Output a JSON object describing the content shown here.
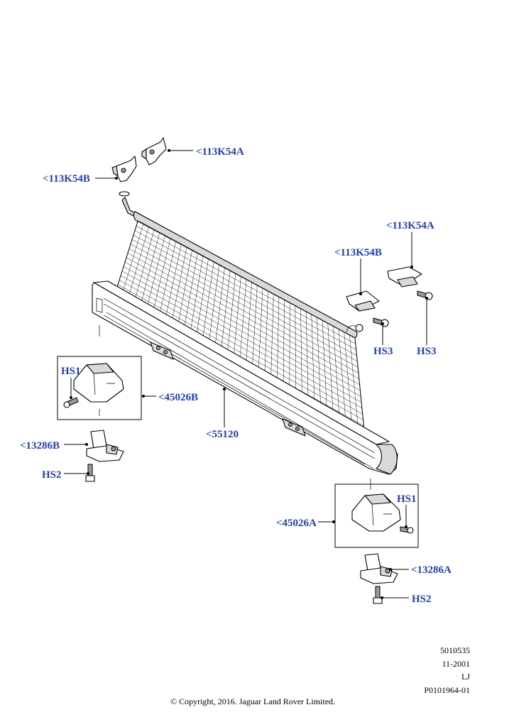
{
  "callouts": {
    "c_113k54a_top": "<113K54A",
    "c_113k54b_top": "<113K54B",
    "c_113k54a_right": "<113K54A",
    "c_113k54b_right": "<113K54B",
    "c_hs3_a": "HS3",
    "c_hs3_b": "HS3",
    "c_hs1_left": "HS1",
    "c_45026b": "<45026B",
    "c_55120": "<55120",
    "c_13286b": "<13286B",
    "c_hs2_left": "HS2",
    "c_hs1_right": "HS1",
    "c_45026a": "<45026A",
    "c_13286a": "<13286A",
    "c_hs2_right": "HS2"
  },
  "meta": {
    "line1": "5010535",
    "line2": "11-2001",
    "line3": "LJ",
    "line4": "P0101964-01"
  },
  "copyright": "© Copyright, 2016. Jaguar Land Rover Limited.",
  "colors": {
    "callout": "#1f3fb0",
    "line": "#000000",
    "background": "#ffffff"
  }
}
